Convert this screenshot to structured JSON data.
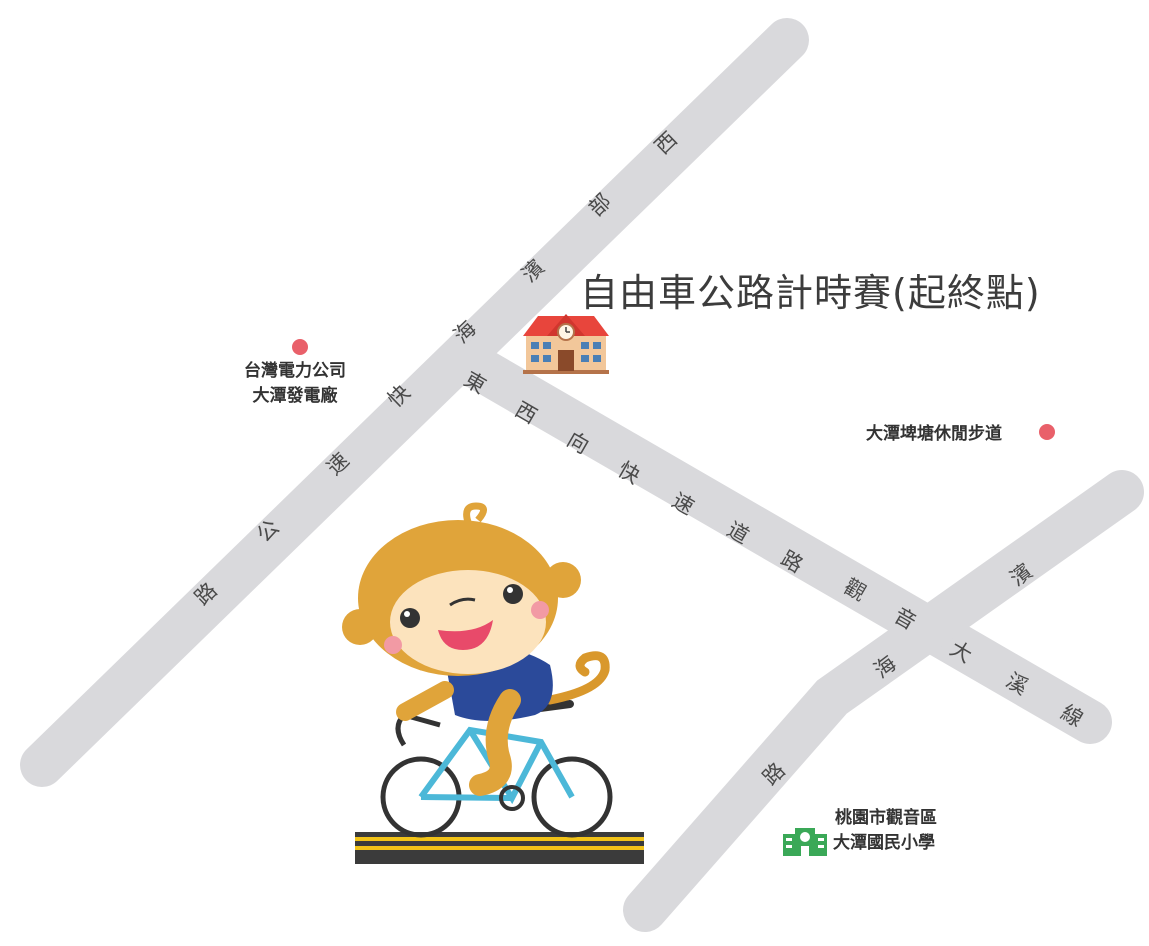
{
  "colors": {
    "road": "#d9d9dc",
    "road_text": "#4a4a4a",
    "poi_dot": "#e9606a",
    "title": "#3c3c3c",
    "school_icon": "#3aa857"
  },
  "roads": {
    "west_coast": [
      "西",
      "部",
      "濱",
      "海",
      "快",
      "速",
      "公",
      "路"
    ],
    "east_west": [
      "東",
      "西",
      "向",
      "快",
      "速",
      "道",
      "路",
      "觀",
      "音",
      "大",
      "溪",
      "線"
    ],
    "binhai": [
      "濱",
      "海",
      "路"
    ]
  },
  "title": "自由車公路計時賽(起終點)",
  "poi": {
    "power_plant": {
      "line1": "台灣電力公司",
      "line2": "大潭發電廠"
    },
    "trail": {
      "label": "大潭埤塘休閒步道"
    },
    "school": {
      "line1": "桃園市觀音區",
      "line2": "大潭國民小學"
    }
  },
  "icons": {
    "start_finish": "school-building-icon",
    "school": "school-icon",
    "mascot": "monkey-cyclist-mascot"
  }
}
